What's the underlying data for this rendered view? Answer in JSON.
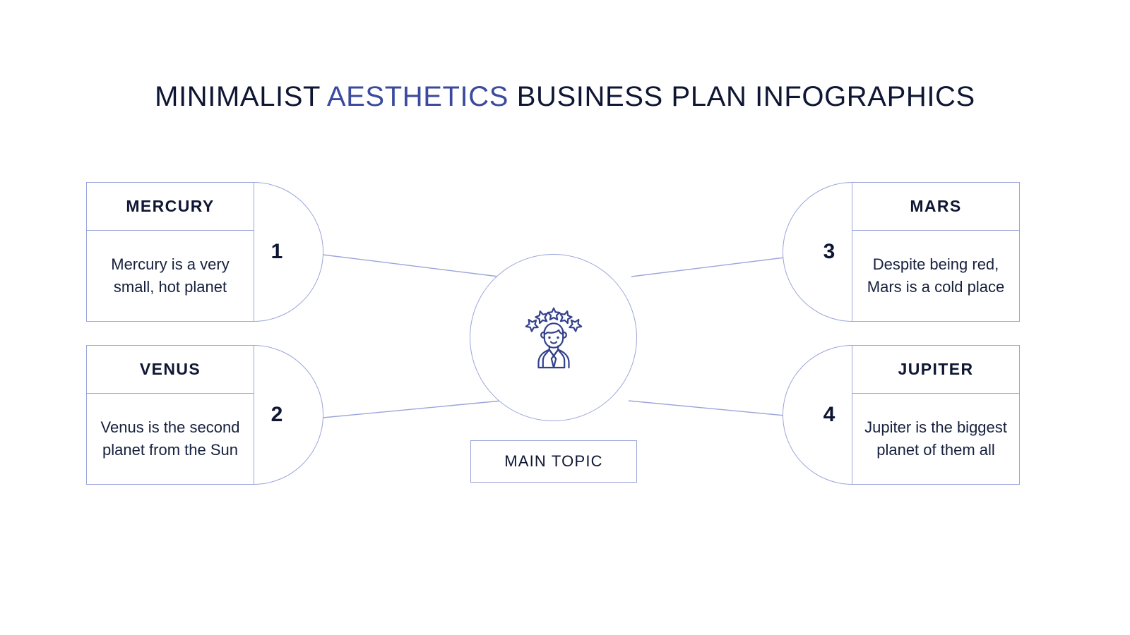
{
  "slide": {
    "title_parts": [
      {
        "text": "MINIMALIST ",
        "accent": false
      },
      {
        "text": "AESTHETICS",
        "accent": true
      },
      {
        "text": " BUSINESS PLAN INFOGRAPHICS",
        "accent": false
      }
    ],
    "title_full": "MINIMALIST AESTHETICS BUSINESS PLAN INFOGRAPHICS"
  },
  "colors": {
    "title_dark": "#0f1633",
    "title_accent": "#3b4a9e",
    "outline": "#9ba5da",
    "icon": "#33418c",
    "background": "#ffffff"
  },
  "center": {
    "icon_name": "person-five-stars-icon",
    "icon_stars": 5,
    "main_topic_label": "MAIN TOPIC"
  },
  "cards": [
    {
      "number": "1",
      "title": "MERCURY",
      "body": "Mercury is a very small, hot planet",
      "side": "left"
    },
    {
      "number": "2",
      "title": "VENUS",
      "body": "Venus is the second planet from the Sun",
      "side": "left"
    },
    {
      "number": "3",
      "title": "MARS",
      "body": "Despite being red, Mars is a cold place",
      "side": "right"
    },
    {
      "number": "4",
      "title": "JUPITER",
      "body": "Jupiter is the biggest planet of them all",
      "side": "right"
    }
  ]
}
